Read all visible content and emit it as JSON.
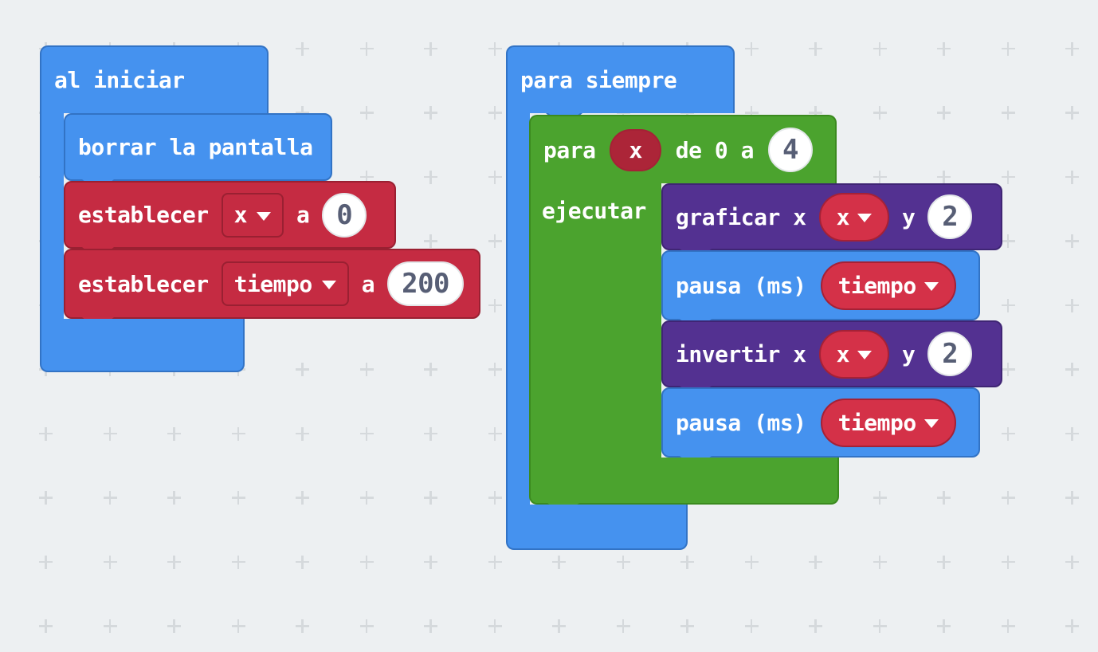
{
  "colors": {
    "workspace_bg": "#edf0f2",
    "grid_cross": "#d5d9dc",
    "blue": "#4592ef",
    "blue_border": "#3273c5",
    "red": "#c52b42",
    "red_border": "#9a2032",
    "red_pill": "#d43148",
    "red_pill_border": "#a52136",
    "red_pill_dark": "#ac2538",
    "green": "#4ba32e",
    "green_border": "#3b8a1f",
    "purple": "#533191",
    "purple_border": "#3f2574",
    "num_text": "#575e75",
    "num_bg": "#ffffff",
    "num_border": "#e3e7e9"
  },
  "on_start": {
    "title": "al iniciar",
    "clear_screen_label": "borrar la pantalla",
    "set_label": "establecer",
    "to_label": "a",
    "set_x": {
      "var": "x",
      "value": "0"
    },
    "set_tiempo": {
      "var": "tiempo",
      "value": "200"
    }
  },
  "forever": {
    "title": "para siempre",
    "for_label": "para",
    "for_var": "x",
    "range_label": "de 0 a",
    "range_end": "4",
    "do_label": "ejecutar",
    "plot": {
      "label": "graficar x",
      "var": "x",
      "y_label": "y",
      "y_value": "2"
    },
    "pause": {
      "label": "pausa (ms)",
      "var": "tiempo"
    },
    "toggle": {
      "label": "invertir x",
      "var": "x",
      "y_label": "y",
      "y_value": "2"
    }
  }
}
